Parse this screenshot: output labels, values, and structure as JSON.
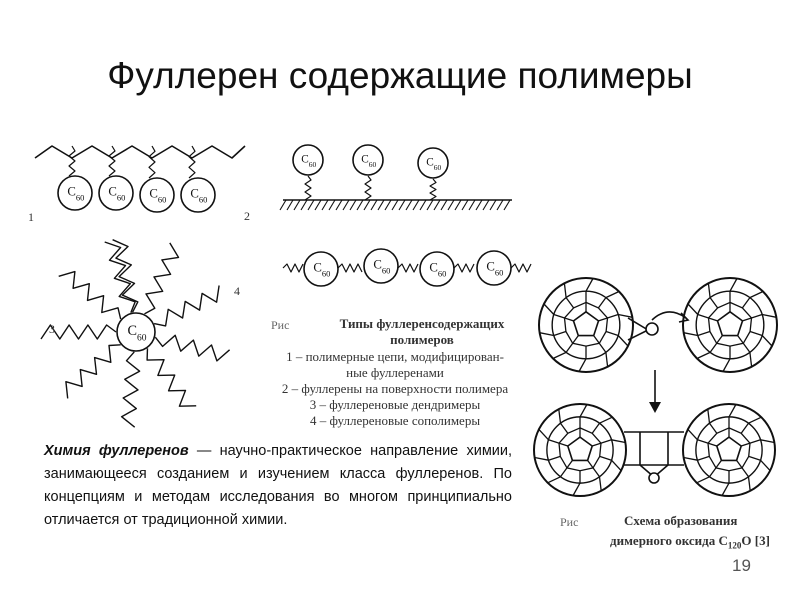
{
  "slide": {
    "title": "Фуллерен содержащие полимеры",
    "page_number": "19"
  },
  "figure_labels": {
    "f1": "1",
    "f2": "2",
    "f3": "3",
    "f4": "4"
  },
  "molecule": {
    "c_label": "C",
    "c_sub": "60"
  },
  "figure_caption": {
    "prefix": "Рис",
    "title": "Типы фуллеренсодержащих полимеров",
    "items": [
      "1 – полимерные цепи, модифицирован-",
      "ные фуллеренами",
      "2 – фуллерены на поверхности полимера",
      "3 – фуллереновые дендримеры",
      "4 – фуллереновые сополимеры"
    ]
  },
  "scheme_caption": {
    "prefix": "Рис",
    "line1": "Схема образования",
    "line2_prefix": "димерного оксида C",
    "line2_sub": "120",
    "line2_suffix": "O [3]"
  },
  "paragraph": {
    "term": "Химия фуллеренов",
    "text": " — научно-практическое направление химии, занимающееся созданием и изучением класса фуллеренов. По концепциям и методам исследования во многом принципиально отличается от традиционной химии."
  }
}
